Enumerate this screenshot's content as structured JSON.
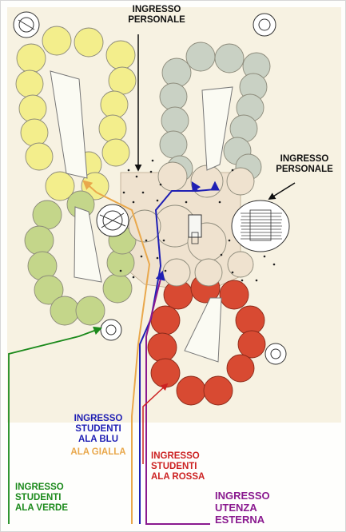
{
  "colors": {
    "background": "#f7f2e2",
    "yellow_wing": "#f3ee8c",
    "green_wing": "#c4d68a",
    "grey_wing": "#c9d1c4",
    "red_wing": "#d84a32",
    "core": "#efe2cf",
    "blue_route": "#1f1fb4",
    "orange_route": "#e9a84c",
    "green_route": "#1c8a1c",
    "purple_route": "#8a1a8f",
    "red_route": "#cc2222",
    "black_label": "#111111"
  },
  "labels": {
    "staff_top": [
      "INGRESSO",
      "PERSONALE"
    ],
    "staff_right": [
      "INGRESSO",
      "PERSONALE"
    ],
    "blue": [
      "INGRESSO",
      "STUDENTI",
      "ALA BLU"
    ],
    "yellow": "ALA GIALLA",
    "red": [
      "INGRESSO",
      "STUDENTI",
      "ALA ROSSA"
    ],
    "green": [
      "INGRESSO",
      "STUDENTI",
      "ALA VERDE"
    ],
    "external": [
      "INGRESSO",
      "UTENZA",
      "ESTERNA"
    ]
  }
}
